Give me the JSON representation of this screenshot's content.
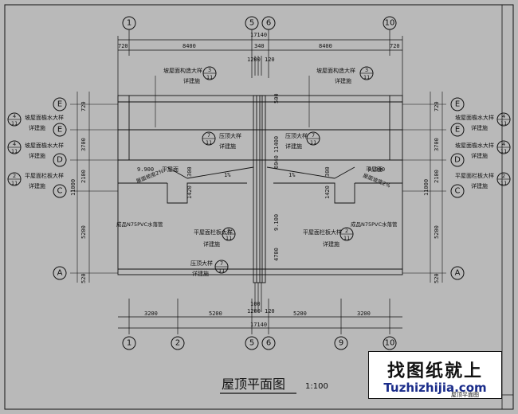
{
  "axes": {
    "top": [
      "1",
      "5",
      "6",
      "10"
    ],
    "bottom": [
      "1",
      "2",
      "5",
      "6",
      "9",
      "10"
    ],
    "left": [
      "E",
      "E",
      "D",
      "C",
      "A"
    ],
    "right": [
      "E",
      "E",
      "D",
      "C",
      "A"
    ]
  },
  "top_dims": {
    "total": "17140",
    "segments": [
      "720",
      "8400",
      "340",
      "8400",
      "720"
    ],
    "center": "1200",
    "center_b": "120"
  },
  "bottom_dims": {
    "segments": [
      "3200",
      "5200",
      "5200",
      "3200"
    ],
    "center": "1200",
    "center_b": "120",
    "center_c": "100",
    "total": "17140"
  },
  "left_dims": {
    "inner": [
      "720",
      "3700",
      "2100",
      "5200",
      "520"
    ],
    "outer": "11000"
  },
  "right_dims": {
    "inner": [
      "720",
      "3700",
      "2100",
      "5200",
      "520"
    ],
    "outer": "11000"
  },
  "center_dims": [
    "500",
    "11400",
    "6940",
    "1%",
    "1%",
    "9.100",
    "4700",
    "300",
    "1420",
    "1420",
    "300"
  ],
  "elevations": [
    "9.900",
    "9.900"
  ],
  "labels": {
    "roof_edge_detail": "坡屋面构造大样",
    "see_drawing": "详建施",
    "gutter_detail": "坡屋面檐水大样",
    "parapet_detail": "平屋面栏板大样",
    "ridge_detail": "压顶大样",
    "flat_roof": "平屋面",
    "drain_pipe": "成品N75PVC水落管",
    "slope_note": "屋面坡度2%"
  },
  "detail_refs": [
    {
      "num": "3",
      "sheet": "11"
    },
    {
      "num": "3",
      "sheet": "11"
    },
    {
      "num": "7",
      "sheet": "11"
    },
    {
      "num": "7",
      "sheet": "11"
    },
    {
      "num": "4",
      "sheet": "11"
    },
    {
      "num": "4",
      "sheet": "11"
    },
    {
      "num": "2",
      "sheet": "11"
    },
    {
      "num": "4",
      "sheet": "11"
    },
    {
      "num": "4",
      "sheet": "11"
    },
    {
      "num": "2",
      "sheet": "11"
    },
    {
      "num": "2",
      "sheet": "11"
    },
    {
      "num": "2",
      "sheet": "11"
    }
  ],
  "title": "屋顶平面图",
  "scale": "1:100",
  "watermark": {
    "cn": "找图纸就上",
    "en": "Tuzhizhijia.com"
  },
  "titleblock": "屋顶平面图"
}
